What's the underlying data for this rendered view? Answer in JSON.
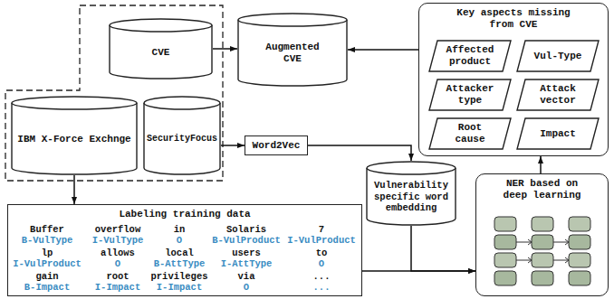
{
  "diagram": {
    "nodes": [
      {
        "text": [
          "CVE"
        ]
      },
      {
        "text": [
          "Augmented CVE"
        ]
      },
      {
        "text": [
          "Key aspects missing from CVE"
        ]
      },
      {
        "text": [
          "Affected product"
        ],
        "in": 2
      },
      {
        "text": [
          "Vul-Type"
        ],
        "in": 2
      },
      {
        "text": [
          "Attacker type"
        ],
        "in": 2
      },
      {
        "text": [
          "Attack vector"
        ],
        "in": 2
      },
      {
        "text": [
          "Root cause"
        ],
        "in": 2
      },
      {
        "text": [
          "Impact"
        ],
        "in": 2
      },
      {
        "text": [
          "IBM X-Force Exchnge"
        ]
      },
      {
        "text": [
          "SecurityFocus"
        ]
      },
      {
        "text": [
          "Word2Vec"
        ]
      },
      {
        "text": [
          "Vulnerability specific word embedding"
        ]
      },
      {
        "text": [
          "NER based on deep learning"
        ]
      },
      {
        "text": [
          "Labeling training data"
        ]
      }
    ],
    "edges": [
      {
        "from": 0,
        "to": 1,
        "arrow": "to"
      },
      {
        "from": 2,
        "to": 1,
        "arrow": "to"
      },
      {
        "from": 10,
        "to": 11,
        "arrow": "to"
      },
      {
        "from": 11,
        "to": 12,
        "arrow": "to"
      },
      {
        "from": 9,
        "to": 14,
        "arrow": "to"
      },
      {
        "from": 14,
        "to": 13,
        "arrow": "to"
      },
      {
        "from": 12,
        "to": 13,
        "arrow": "to"
      },
      {
        "from": 13,
        "to": 2,
        "arrow": "to"
      }
    ],
    "labels": [
      "Buffer",
      "overflow",
      "in",
      "Solaris",
      "7",
      "B-VulType",
      "I-VulType",
      "O",
      "B-VulProduct",
      "I-VulProduct",
      "lp",
      "allows",
      "local",
      "users",
      "to",
      "I-VulProduct",
      "O",
      "B-AttType",
      "I-AttType",
      "O",
      "gain",
      "root",
      "privileges",
      "via",
      "...",
      "B-Impact",
      "I-Impact",
      "I-Impact",
      "O",
      "..."
    ]
  }
}
